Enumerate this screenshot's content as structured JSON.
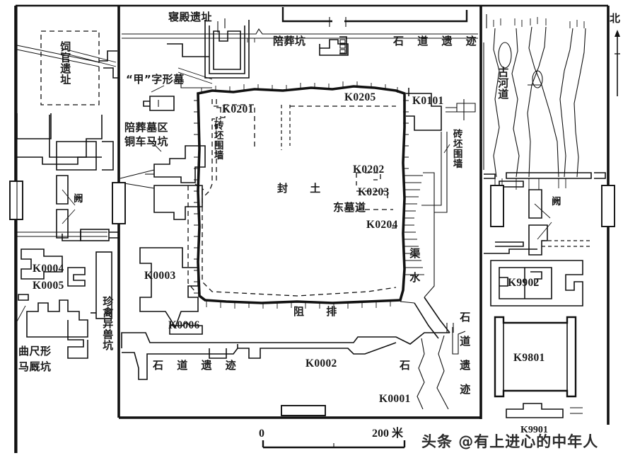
{
  "figure": {
    "type": "archaeological-site-plan",
    "subject": "Qin Shi Huang Mausoleum precinct plan",
    "north_label": "北",
    "watermark": "头条 @有上进心的中年人"
  },
  "scale": {
    "zero": "0",
    "max": "200",
    "unit": "米",
    "max_with_unit": "200 米"
  },
  "labels": {
    "siguan_site": "饲官遗址",
    "jia_shaped_tomb": "“甲”字形墓",
    "accompany_tomb_area": "陪葬墓区",
    "bronze_chariot_pit": "铜车马坑",
    "que_west": "阙",
    "que_east": "阙",
    "qindian_site": "寝殿遗址",
    "accompany_pit": "陪葬坑",
    "stone_road_trace_top": "石 道 遗 迹",
    "stone_road_trace_bottom": "石 道 遗 迹",
    "stone_road_trace_vertical": "石 道 遗 迹",
    "brick_wall_left": "砖坯围墙",
    "brick_wall_right": "砖坯围墙",
    "tumulus": "封 土",
    "east_tomb_passage": "东墓道",
    "drain_channel_vertical": "渠 水",
    "drain_channel_horizontal": "阻 排",
    "ancient_river": "古河道",
    "rare_beast_pit": "珍禽异兽坑",
    "l_shaped_stable_pit_line1": "曲尺形",
    "l_shaped_stable_pit_line2": "马厩坑"
  },
  "pits": {
    "k0201": "K0201",
    "k0205": "K0205",
    "k0101": "K0101",
    "k0202": "K0202",
    "k0203": "K0203",
    "k0204": "K0204",
    "k0004": "K0004",
    "k0005": "K0005",
    "k0003": "K0003",
    "k0006": "K0006",
    "k0002": "K0002",
    "k0001": "K0001",
    "k9902": "K9902",
    "k9801": "K9801",
    "k9901": "K9901"
  },
  "colors": {
    "ink": "#111111",
    "paper": "#ffffff",
    "hairline": "#3a3a3a"
  }
}
